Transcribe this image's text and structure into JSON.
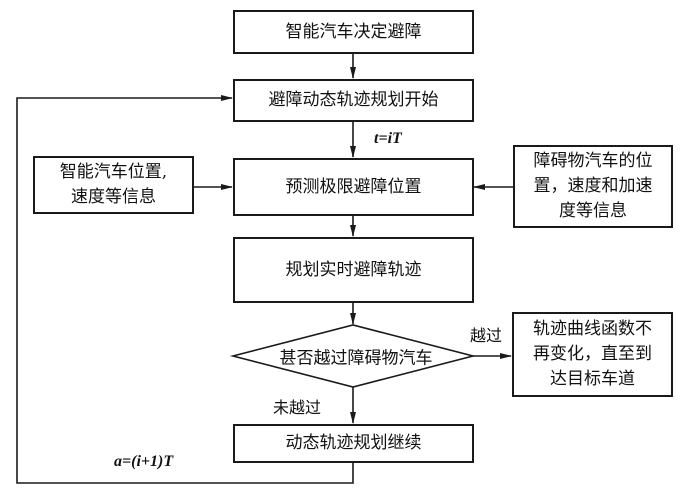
{
  "diagram": {
    "type": "flowchart",
    "nodes": {
      "decide": {
        "text": "智能汽车决定避障"
      },
      "start": {
        "text": "避障动态轨迹规划开始"
      },
      "predict": {
        "text": "预测极限避障位置"
      },
      "self_info": {
        "lines": [
          "智能汽车位置,",
          "速度等信息"
        ]
      },
      "obstacle_info": {
        "lines": [
          "障碍物汽车的位",
          "置，速度和加速",
          "度等信息"
        ]
      },
      "plan": {
        "text": "规划实时避障轨迹"
      },
      "decision": {
        "text": "甚否越过障碍物汽车"
      },
      "done": {
        "lines": [
          "轨迹曲线函数不",
          "再变化，直至到",
          "达目标车道"
        ]
      },
      "continue": {
        "text": "动态轨迹规划继续"
      }
    },
    "edge_labels": {
      "time_step": "t=iT",
      "passed": "越过",
      "not_passed": "未越过",
      "next_step": "a=(i+1)T"
    },
    "edges": [
      {
        "from": "decide",
        "to": "start"
      },
      {
        "from": "start",
        "to": "predict",
        "label": "t=iT"
      },
      {
        "from": "self_info",
        "to": "predict"
      },
      {
        "from": "obstacle_info",
        "to": "predict"
      },
      {
        "from": "predict",
        "to": "plan"
      },
      {
        "from": "plan",
        "to": "decision"
      },
      {
        "from": "decision",
        "to": "done",
        "label": "越过"
      },
      {
        "from": "decision",
        "to": "continue",
        "label": "未越过"
      },
      {
        "from": "continue",
        "to": "start",
        "label": "a=(i+1)T"
      }
    ]
  }
}
